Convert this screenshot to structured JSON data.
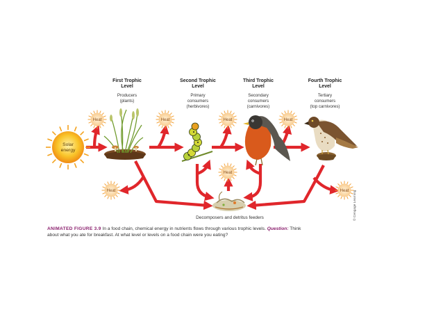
{
  "levels": [
    {
      "title_line1": "First Trophic",
      "title_line2": "Level",
      "desc_line1": "Producers",
      "desc_line2": "(plants)"
    },
    {
      "title_line1": "Second Trophic",
      "title_line2": "Level",
      "desc_line1": "Primary",
      "desc_line2": "consumers",
      "desc_line3": "(herbivores)"
    },
    {
      "title_line1": "Third Trophic",
      "title_line2": "Level",
      "desc_line1": "Secondary",
      "desc_line2": "consumers",
      "desc_line3": "(carnivores)"
    },
    {
      "title_line1": "Fourth Trophic",
      "title_line2": "Level",
      "desc_line1": "Tertiary",
      "desc_line2": "consumers",
      "desc_line3": "(top carnivores)"
    }
  ],
  "sun": {
    "line1": "Solar",
    "line2": "energy"
  },
  "heat_label": "Heat",
  "decomposers_label": "Decomposers and detritus feeders",
  "credit": "© Cengage Learning",
  "caption": {
    "figure_label": "ANIMATED FIGURE 3.9",
    "text": "In a food chain, chemical energy in nutrients flows through various trophic levels.",
    "question_label": "Question:",
    "question_text": "Think about what you ate for breakfast. At what level or levels on a food chain were you eating?"
  },
  "colors": {
    "arrow": "#e0262b",
    "heat_fill": "#fbd8a0",
    "heat_ray": "#f2a23a",
    "sun": "#f7b21b",
    "caption_accent": "#8a1f6d"
  },
  "icons": [
    "sun-icon",
    "heat-icon",
    "plant-icon",
    "caterpillar-icon",
    "robin-icon",
    "hawk-icon",
    "decomposer-icon"
  ]
}
